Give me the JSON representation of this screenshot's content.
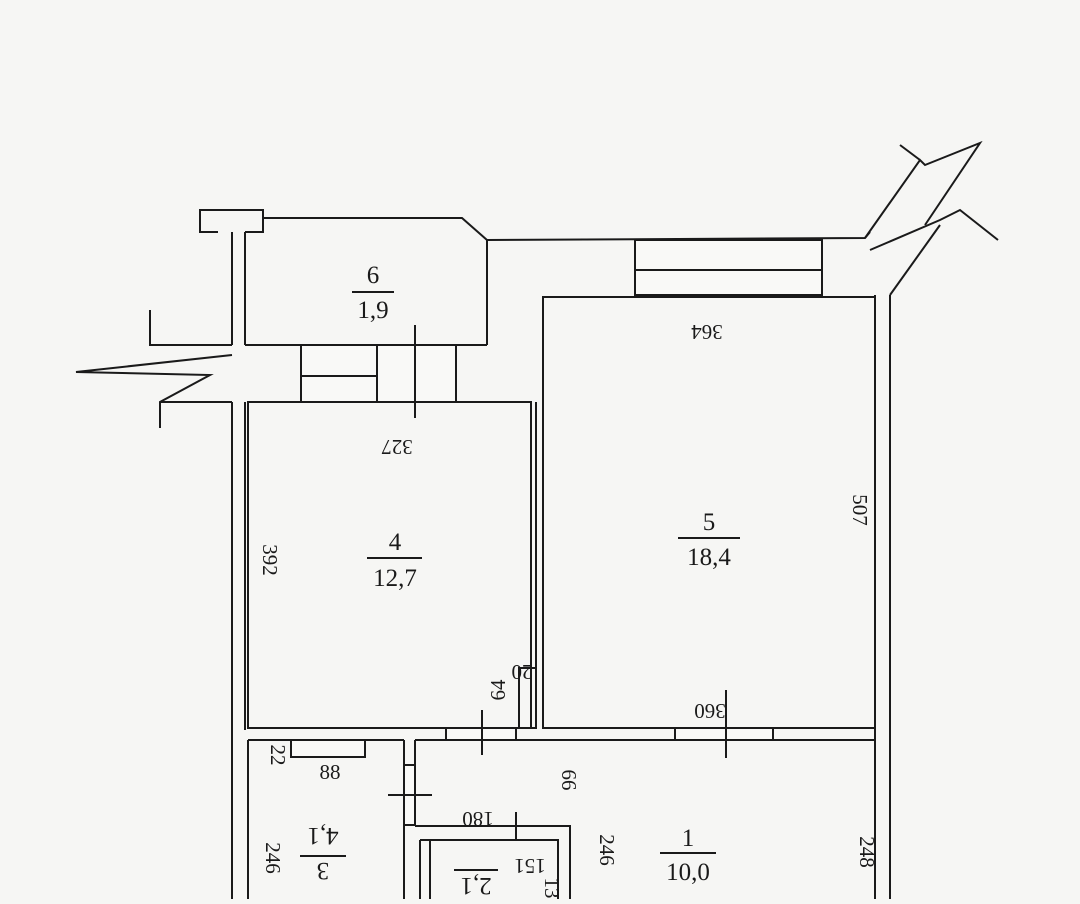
{
  "rooms": [
    {
      "id": "room-6",
      "number": "6",
      "area": "1,9"
    },
    {
      "id": "room-4",
      "number": "4",
      "area": "12,7"
    },
    {
      "id": "room-5",
      "number": "5",
      "area": "18,4"
    },
    {
      "id": "room-1",
      "number": "1",
      "area": "10,0"
    },
    {
      "id": "room-3",
      "number": "3",
      "area": "4,1"
    },
    {
      "id": "room-2",
      "number": "2,1",
      "area": ""
    }
  ],
  "dimensions": {
    "d364": "364",
    "d327": "327",
    "d507": "507",
    "d392": "392",
    "d360": "360",
    "d64": "64",
    "d20": "20",
    "d22": "22",
    "d88": "88",
    "d180": "180",
    "d66": "66",
    "d151": "151",
    "d246a": "246",
    "d246b": "246",
    "d248": "248",
    "d13": "13"
  },
  "colors": {
    "ink": "#1a1a1a",
    "paper": "#f6f6f4"
  }
}
